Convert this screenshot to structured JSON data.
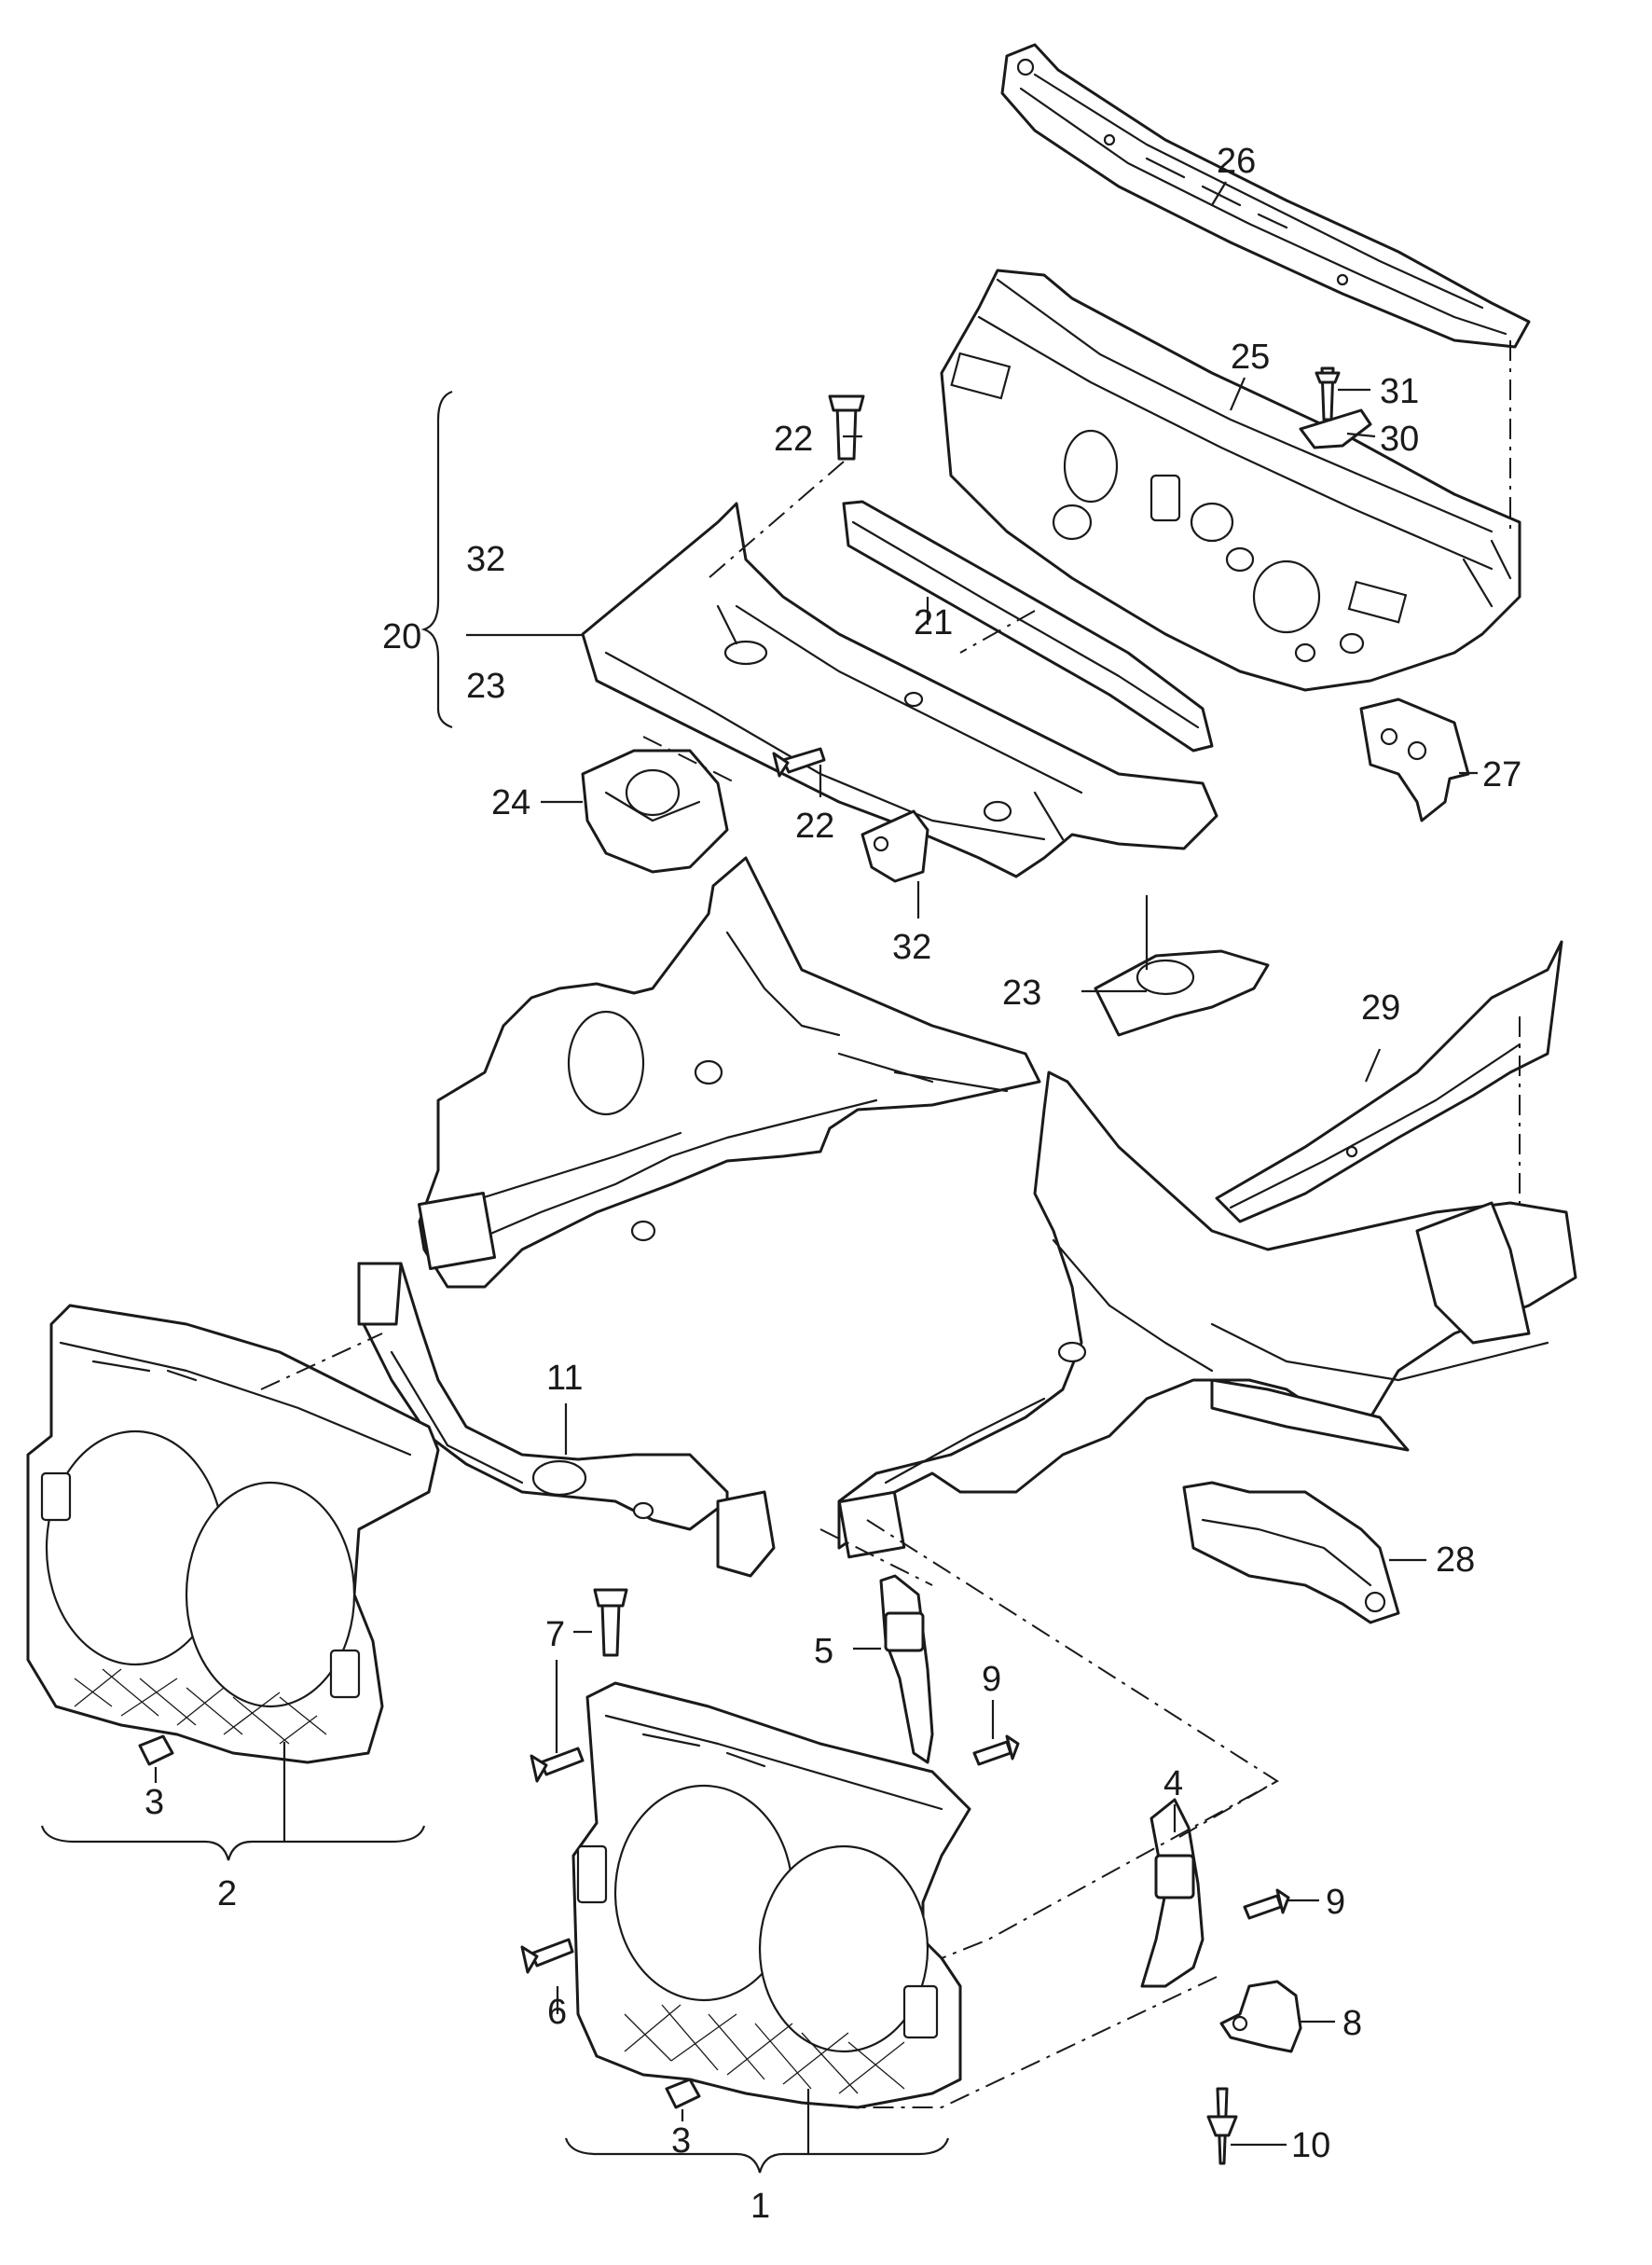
{
  "diagram": {
    "callouts": {
      "c1": "1",
      "c2": "2",
      "c3a": "3",
      "c3b": "3",
      "c4": "4",
      "c5": "5",
      "c6": "6",
      "c7": "7",
      "c8": "8",
      "c9a": "9",
      "c9b": "9",
      "c10": "10",
      "c11": "11",
      "c20": "20",
      "c21": "21",
      "c22a": "22",
      "c22b": "22",
      "c23a": "23",
      "c23b": "23",
      "c24": "24",
      "c25": "25",
      "c26": "26",
      "c27": "27",
      "c28": "28",
      "c29": "29",
      "c30": "30",
      "c31": "31",
      "c32a": "32",
      "c32b": "32"
    }
  }
}
